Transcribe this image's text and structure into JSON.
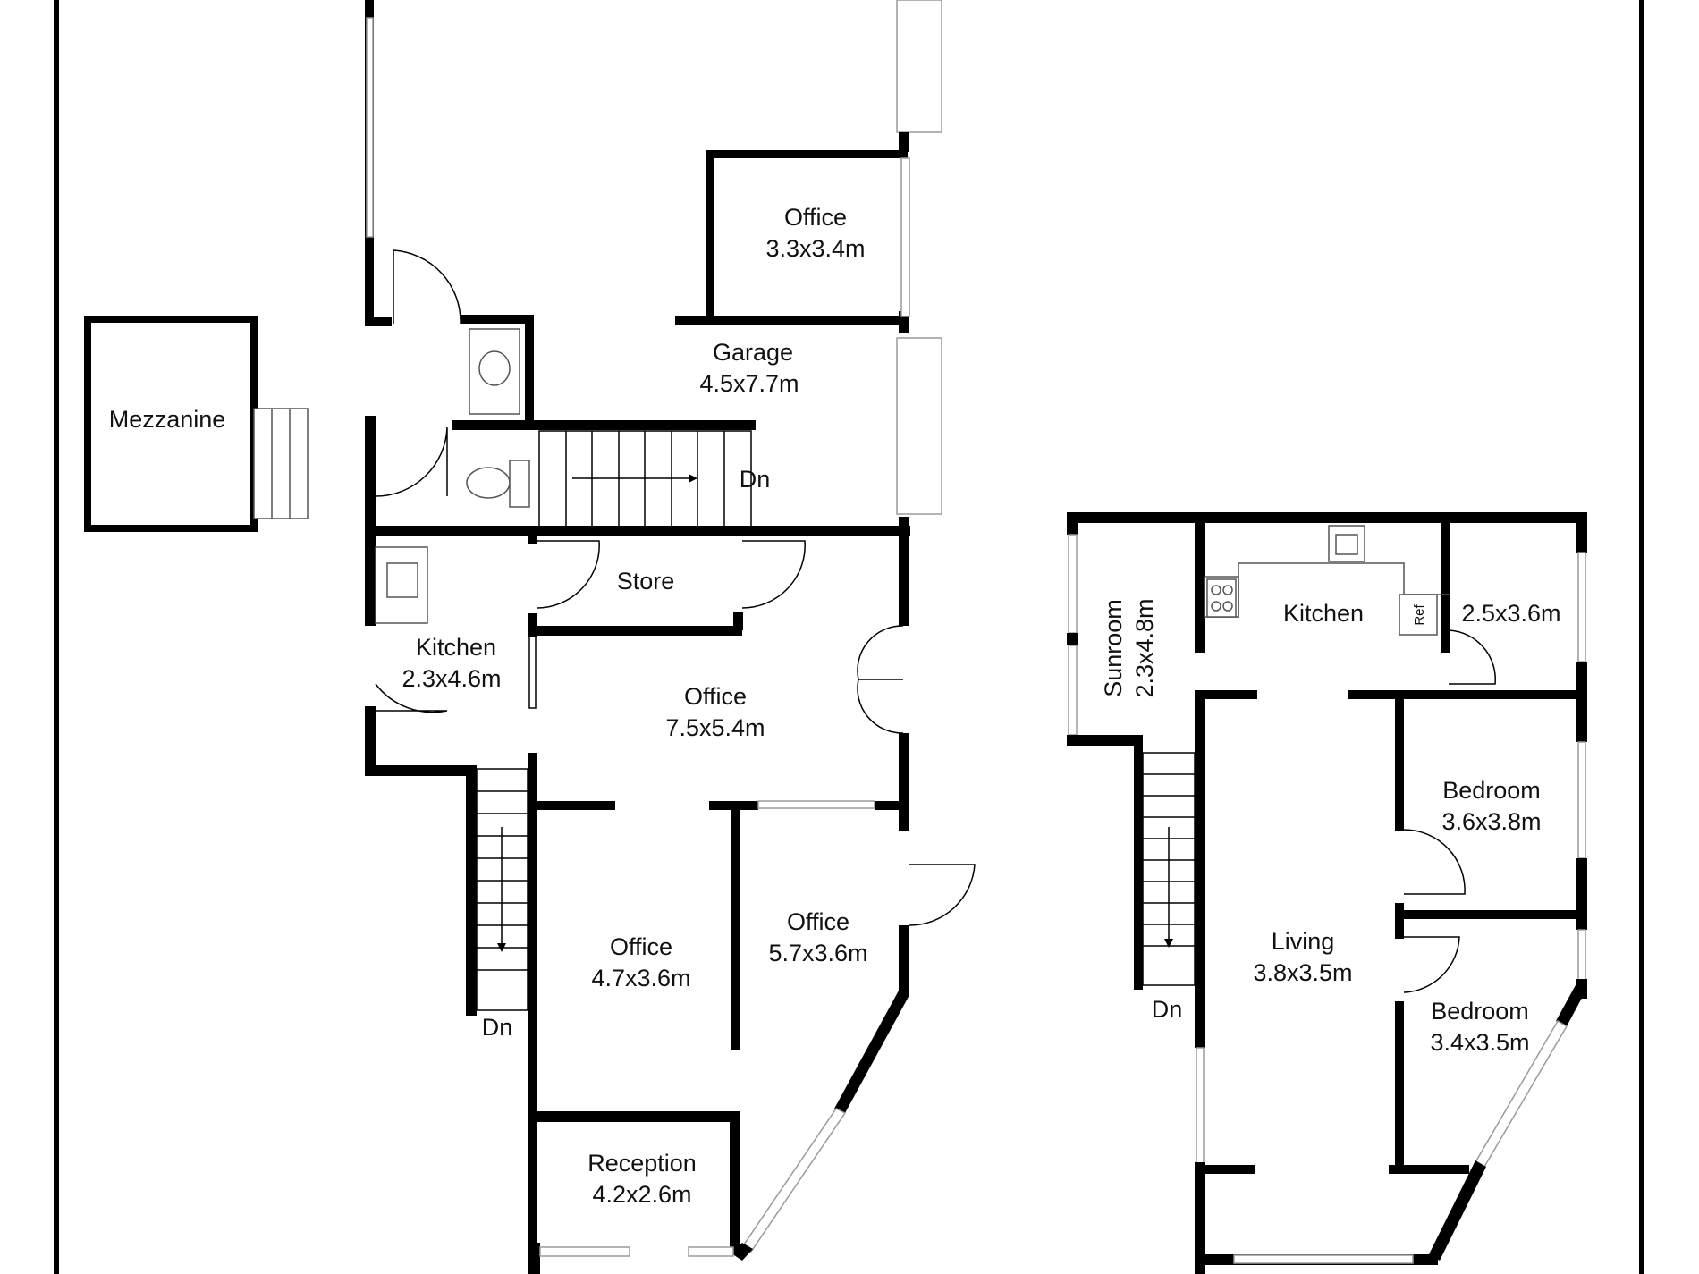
{
  "ground_floor": {
    "rooms": [
      {
        "name": "Office",
        "size": "3.3x3.4m"
      },
      {
        "name": "Garage",
        "size": "4.5x7.7m"
      },
      {
        "name": "Mezzanine",
        "size": ""
      },
      {
        "name": "Store",
        "size": ""
      },
      {
        "name": "Kitchen",
        "size": "2.3x4.6m"
      },
      {
        "name": "Office",
        "size": "7.5x5.4m"
      },
      {
        "name": "Office",
        "size": "4.7x3.6m"
      },
      {
        "name": "Office",
        "size": "5.7x3.6m"
      },
      {
        "name": "Reception",
        "size": "4.2x2.6m"
      }
    ],
    "stair_labels": [
      "Dn",
      "Dn"
    ]
  },
  "upper_floor": {
    "rooms": [
      {
        "name": "Sunroom",
        "size": "2.3x4.8m"
      },
      {
        "name": "Kitchen",
        "size": ""
      },
      {
        "name": "",
        "size": "2.5x3.6m"
      },
      {
        "name": "Bedroom",
        "size": "3.6x3.8m"
      },
      {
        "name": "Living",
        "size": "3.8x3.5m"
      },
      {
        "name": "Bedroom",
        "size": "3.4x3.5m"
      }
    ],
    "stair_labels": [
      "Dn"
    ],
    "fridge_label": "Ref"
  }
}
